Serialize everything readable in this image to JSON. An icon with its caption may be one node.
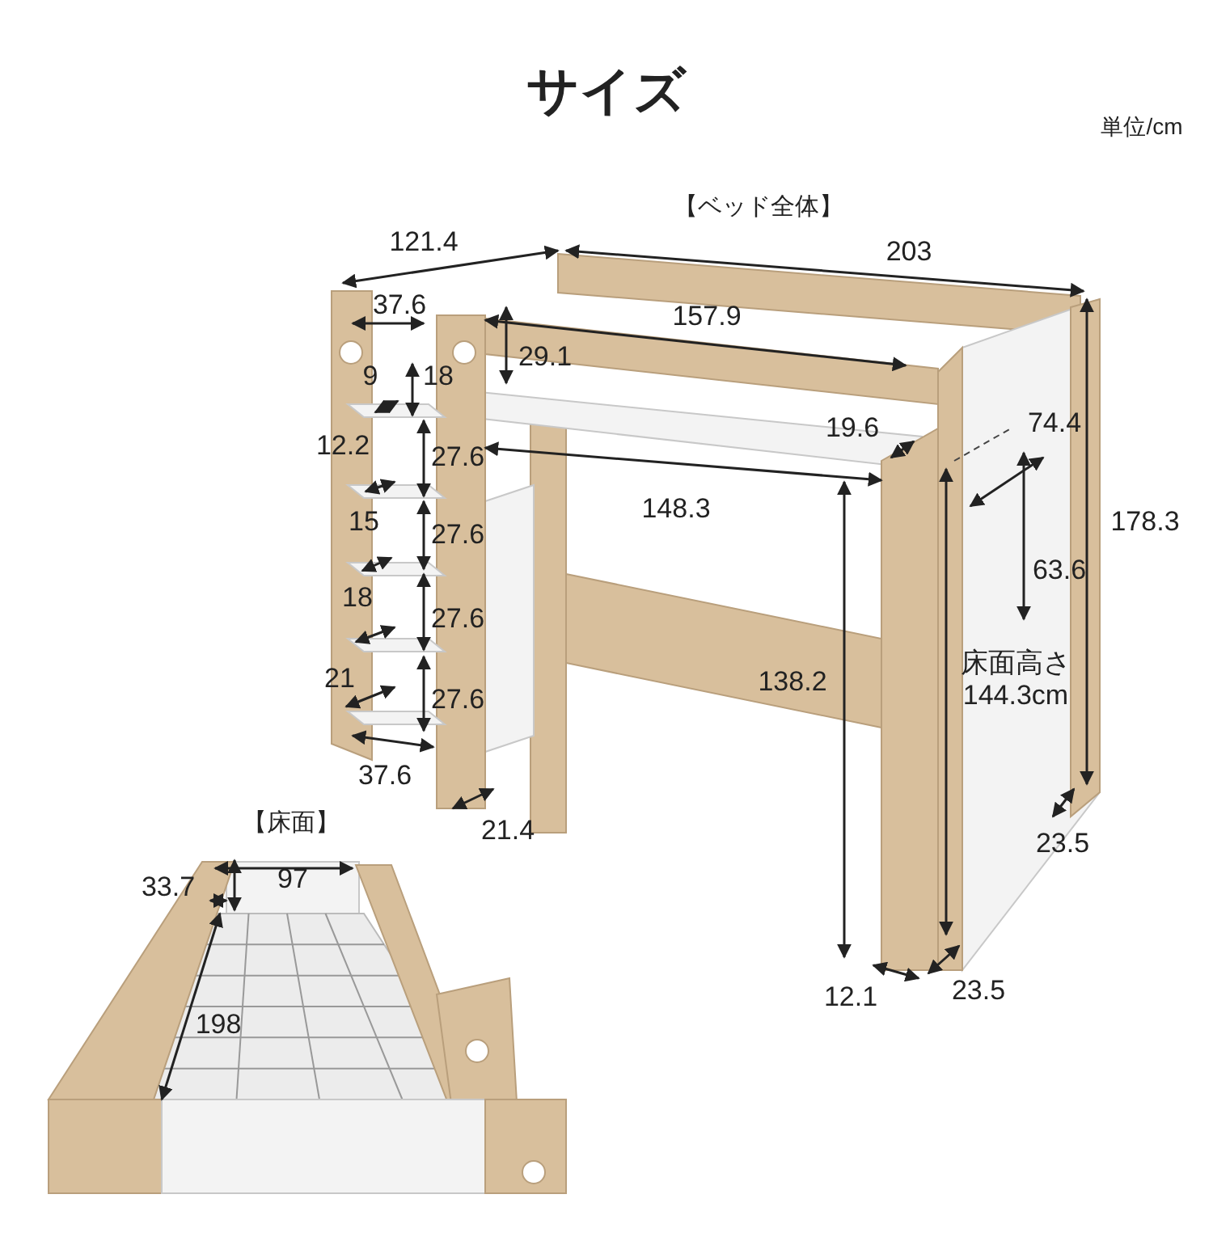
{
  "diagram": {
    "title": "サイズ",
    "labels": [
      "単位/cm",
      "【ベッド全体】",
      "121.4",
      "203",
      "37.6",
      "157.9",
      "29.1",
      "9",
      "18",
      "12.2",
      "27.6",
      "19.6",
      "74.4",
      "15",
      "27.6",
      "148.3",
      "178.3",
      "63.6",
      "18",
      "27.6",
      "床面高さ 144.3cm",
      "21",
      "27.6",
      "138.2",
      "37.6",
      "【床面】",
      "21.4",
      "33.7",
      "97",
      "23.5",
      "198",
      "12.1",
      "23.5"
    ]
  }
}
